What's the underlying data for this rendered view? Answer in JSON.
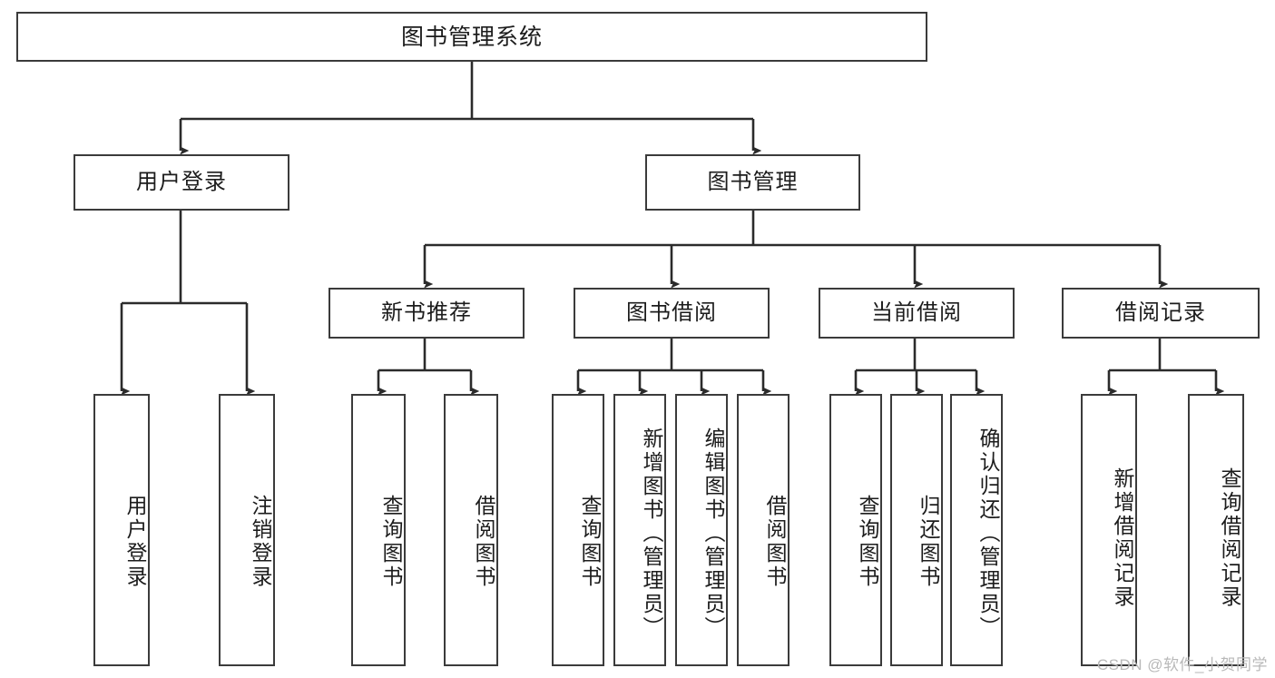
{
  "diagram": {
    "title": "图书管理系统",
    "type": "tree-hierarchy",
    "watermark": "CSDN @软件_小贺同学",
    "colors": {
      "box_border": "#3b3b3b",
      "box_fill": "#ffffff",
      "line": "#2b2b2b",
      "text": "#1c1c1c",
      "watermark": "#b9b9b9"
    }
  },
  "nodes": {
    "root": {
      "label": "图书管理系统"
    },
    "level2": [
      {
        "id": "user-login",
        "label": "用户登录"
      },
      {
        "id": "book-management",
        "label": "图书管理"
      }
    ],
    "level3": [
      {
        "id": "new-book-recommend",
        "label": "新书推荐"
      },
      {
        "id": "book-borrow",
        "label": "图书借阅"
      },
      {
        "id": "current-borrow",
        "label": "当前借阅"
      },
      {
        "id": "borrow-record",
        "label": "借阅记录"
      }
    ],
    "leaves": {
      "user_login": [
        {
          "id": "leaf-user-login",
          "label": "用户登录"
        },
        {
          "id": "leaf-logout-login",
          "label": "注销登录"
        }
      ],
      "new_book_recommend": [
        {
          "id": "leaf-query-book-1",
          "label": "查询图书"
        },
        {
          "id": "leaf-borrow-book-1",
          "label": "借阅图书"
        }
      ],
      "book_borrow": [
        {
          "id": "leaf-query-book-2",
          "label": "查询图书"
        },
        {
          "id": "leaf-add-book",
          "label": "新增图书（管理员）"
        },
        {
          "id": "leaf-edit-book",
          "label": "编辑图书（管理员）"
        },
        {
          "id": "leaf-borrow-book-2",
          "label": "借阅图书"
        }
      ],
      "current_borrow": [
        {
          "id": "leaf-query-book-3",
          "label": "查询图书"
        },
        {
          "id": "leaf-return-book",
          "label": "归还图书"
        },
        {
          "id": "leaf-confirm-return",
          "label": "确认归还（管理员）"
        }
      ],
      "borrow_record": [
        {
          "id": "leaf-add-record",
          "label": "新增借阅记录"
        },
        {
          "id": "leaf-query-record",
          "label": "查询借阅记录"
        }
      ]
    }
  }
}
